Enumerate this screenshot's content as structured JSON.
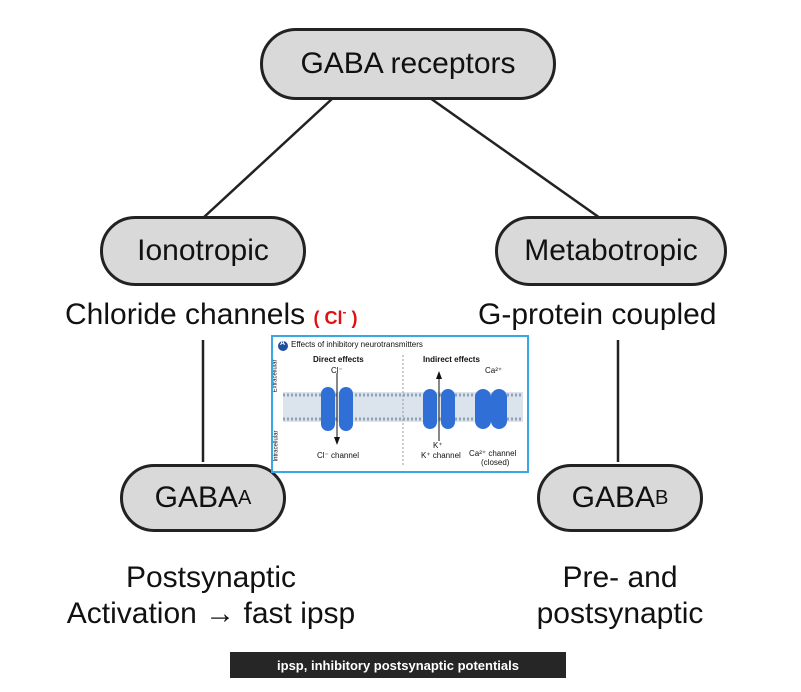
{
  "root": {
    "label": "GABA receptors"
  },
  "left": {
    "label": "Ionotropic",
    "desc": "Chloride channels",
    "ion_label": "Cl",
    "ion_charge": "-",
    "subtype_main": "GABA",
    "subtype_sub": "A",
    "bottom_line1": "Postsynaptic",
    "bottom_line2a": "Activation",
    "arrow": "→",
    "bottom_line2b": "fast ipsp"
  },
  "right": {
    "label": "Metabotropic",
    "desc": "G-protein coupled",
    "subtype_main": "GABA",
    "subtype_sub": "B",
    "bottom_line1": "Pre- and",
    "bottom_line2": "postsynaptic"
  },
  "inset": {
    "badge": "A",
    "title": "Effects of inhibitory neurotransmitters",
    "direct": "Direct effects",
    "indirect": "Indirect effects",
    "extracellular": "Extracellular",
    "intracellular": "Intracellular",
    "cl_top": "Cl⁻",
    "ca_top": "Ca²⁺",
    "k_label": "K⁺",
    "cl_channel": "Cl⁻ channel",
    "k_channel": "K⁺ channel",
    "ca_channel": "Ca²⁺ channel",
    "ca_closed": "(closed)"
  },
  "footer": "ipsp, inhibitory postsynaptic potentials",
  "colors": {
    "node_fill": "#d9d9d9",
    "accent_red": "#e01010",
    "inset_border": "#39a7e6",
    "footer_bg": "#262626"
  }
}
